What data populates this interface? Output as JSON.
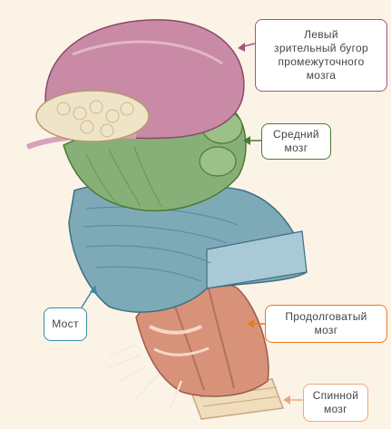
{
  "colors": {
    "background": "#fcf3e7",
    "thalamus": "#c98aa5",
    "midbrain": "#87b078",
    "pons": "#7eaab8",
    "medulla": "#d9927a",
    "accent_purple": "#a0567e",
    "accent_green": "#4f7a34",
    "accent_blue": "#3a8aa6",
    "accent_orange": "#e87a1a",
    "accent_peach": "#eba87c"
  },
  "labels": {
    "thalamus": "Левый\nзрительный бугор\nпромежуточного\nмозга",
    "midbrain": "Средний\nмозг",
    "pons": "Мост",
    "medulla": "Продолговатый\nмозг",
    "spinal_cord": "Спинной\nмозг"
  }
}
